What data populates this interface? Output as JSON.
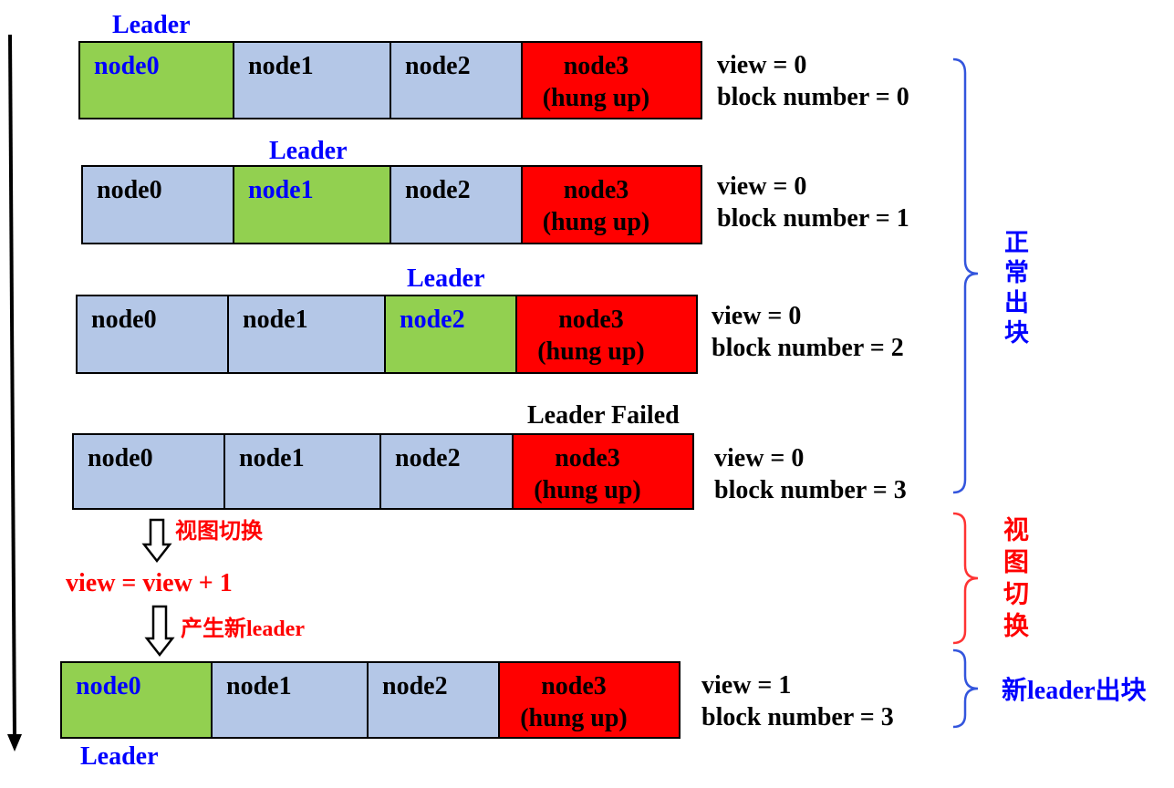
{
  "rows": [
    {
      "leader_label": "Leader",
      "nodes": [
        "node0",
        "node1",
        "node2",
        "node3"
      ],
      "hung_note": "(hung up)",
      "leader_index": 0,
      "hung_index": 3,
      "view": "view = 0",
      "block": "block number = 0"
    },
    {
      "leader_label": "Leader",
      "nodes": [
        "node0",
        "node1",
        "node2",
        "node3"
      ],
      "hung_note": "(hung up)",
      "leader_index": 1,
      "hung_index": 3,
      "view": "view = 0",
      "block": "block number = 1"
    },
    {
      "leader_label": "Leader",
      "nodes": [
        "node0",
        "node1",
        "node2",
        "node3"
      ],
      "hung_note": "(hung up)",
      "leader_index": 2,
      "hung_index": 3,
      "view": "view = 0",
      "block": "block number = 2"
    },
    {
      "leader_label": "Leader Failed",
      "nodes": [
        "node0",
        "node1",
        "node2",
        "node3"
      ],
      "hung_note": "(hung up)",
      "leader_index": 3,
      "hung_index": 3,
      "view": "view = 0",
      "block": "block number = 3"
    },
    {
      "leader_label": "Leader",
      "nodes": [
        "node0",
        "node1",
        "node2",
        "node3"
      ],
      "hung_note": "(hung up)",
      "leader_index": 0,
      "hung_index": 3,
      "view": "view = 1",
      "block": "block number = 3"
    }
  ],
  "transition": {
    "view_change_note": "视图切换",
    "formula": "view = view + 1",
    "new_leader_note": "产生新leader"
  },
  "phases": {
    "normal": "正常出块",
    "view_change": "视图切换",
    "new_leader": "新leader出块"
  },
  "colors": {
    "leader_fill": "#92d050",
    "node_fill": "#b4c7e7",
    "hung_fill": "#ff0000",
    "leader_text": "#0000ff",
    "note_red": "#ff0000",
    "phase_blue": "#0000ff",
    "brace_blue": "#3355dd",
    "brace_red": "#ff3333"
  }
}
